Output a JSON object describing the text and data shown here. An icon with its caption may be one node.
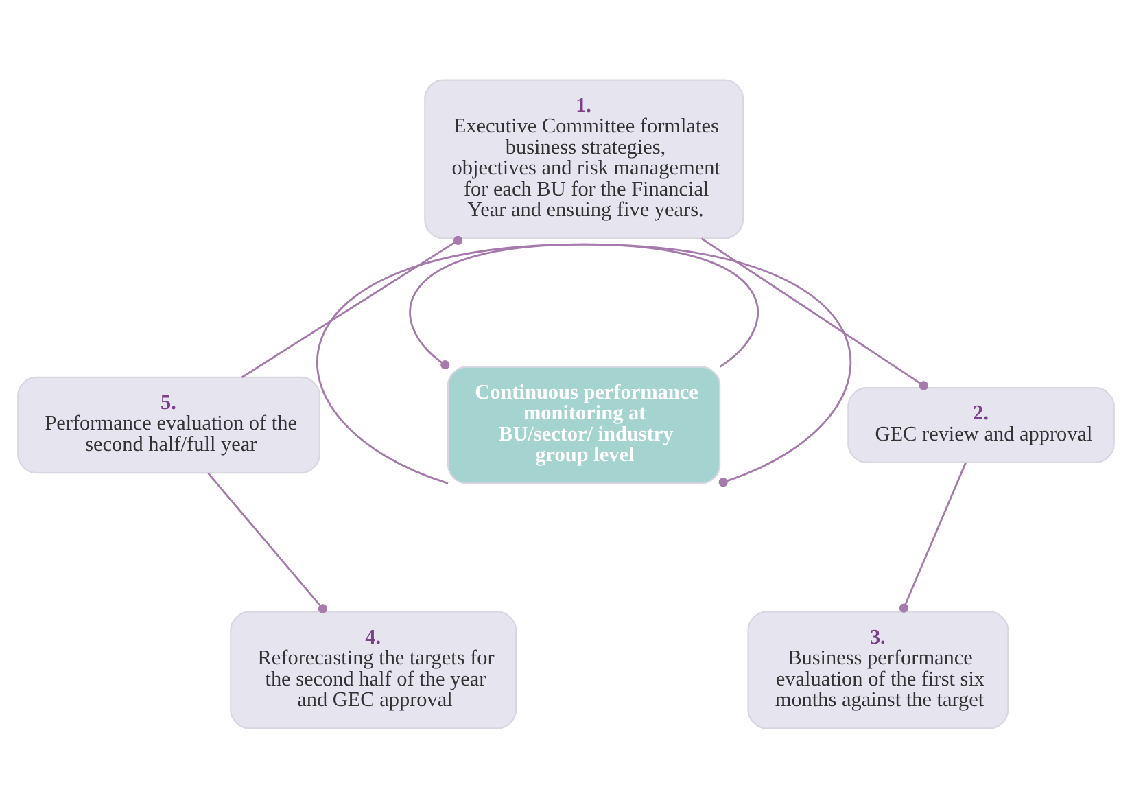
{
  "diagram": {
    "nodes": [
      {
        "text": [
          "1.",
          "Executive Committee formlates business strategies, objectives and risk management for each BU for the Financial Year and ensuing five years."
        ]
      },
      {
        "text": [
          "2.",
          "GEC review and approval"
        ]
      },
      {
        "text": [
          "3.",
          "Business performance evaluation of the first six months against the target"
        ]
      },
      {
        "text": [
          "4.",
          "Reforecasting the targets for the second half of the year and GEC approval"
        ]
      },
      {
        "text": [
          "5.",
          "Performance evaluation of the second half/full year"
        ]
      },
      {
        "text": [
          "Continuous performance monitoring at BU/sector/ industry group level"
        ]
      }
    ],
    "edges": [
      {
        "from": 4,
        "to": 0,
        "arrow": "other"
      },
      {
        "from": 0,
        "to": 1,
        "arrow": "other"
      },
      {
        "from": 1,
        "to": 2,
        "arrow": "other"
      },
      {
        "from": 4,
        "to": 3,
        "arrow": "other"
      },
      {
        "from": 5,
        "to": 5,
        "arrow": "other"
      },
      {
        "from": 5,
        "to": 5,
        "arrow": "other"
      }
    ]
  }
}
